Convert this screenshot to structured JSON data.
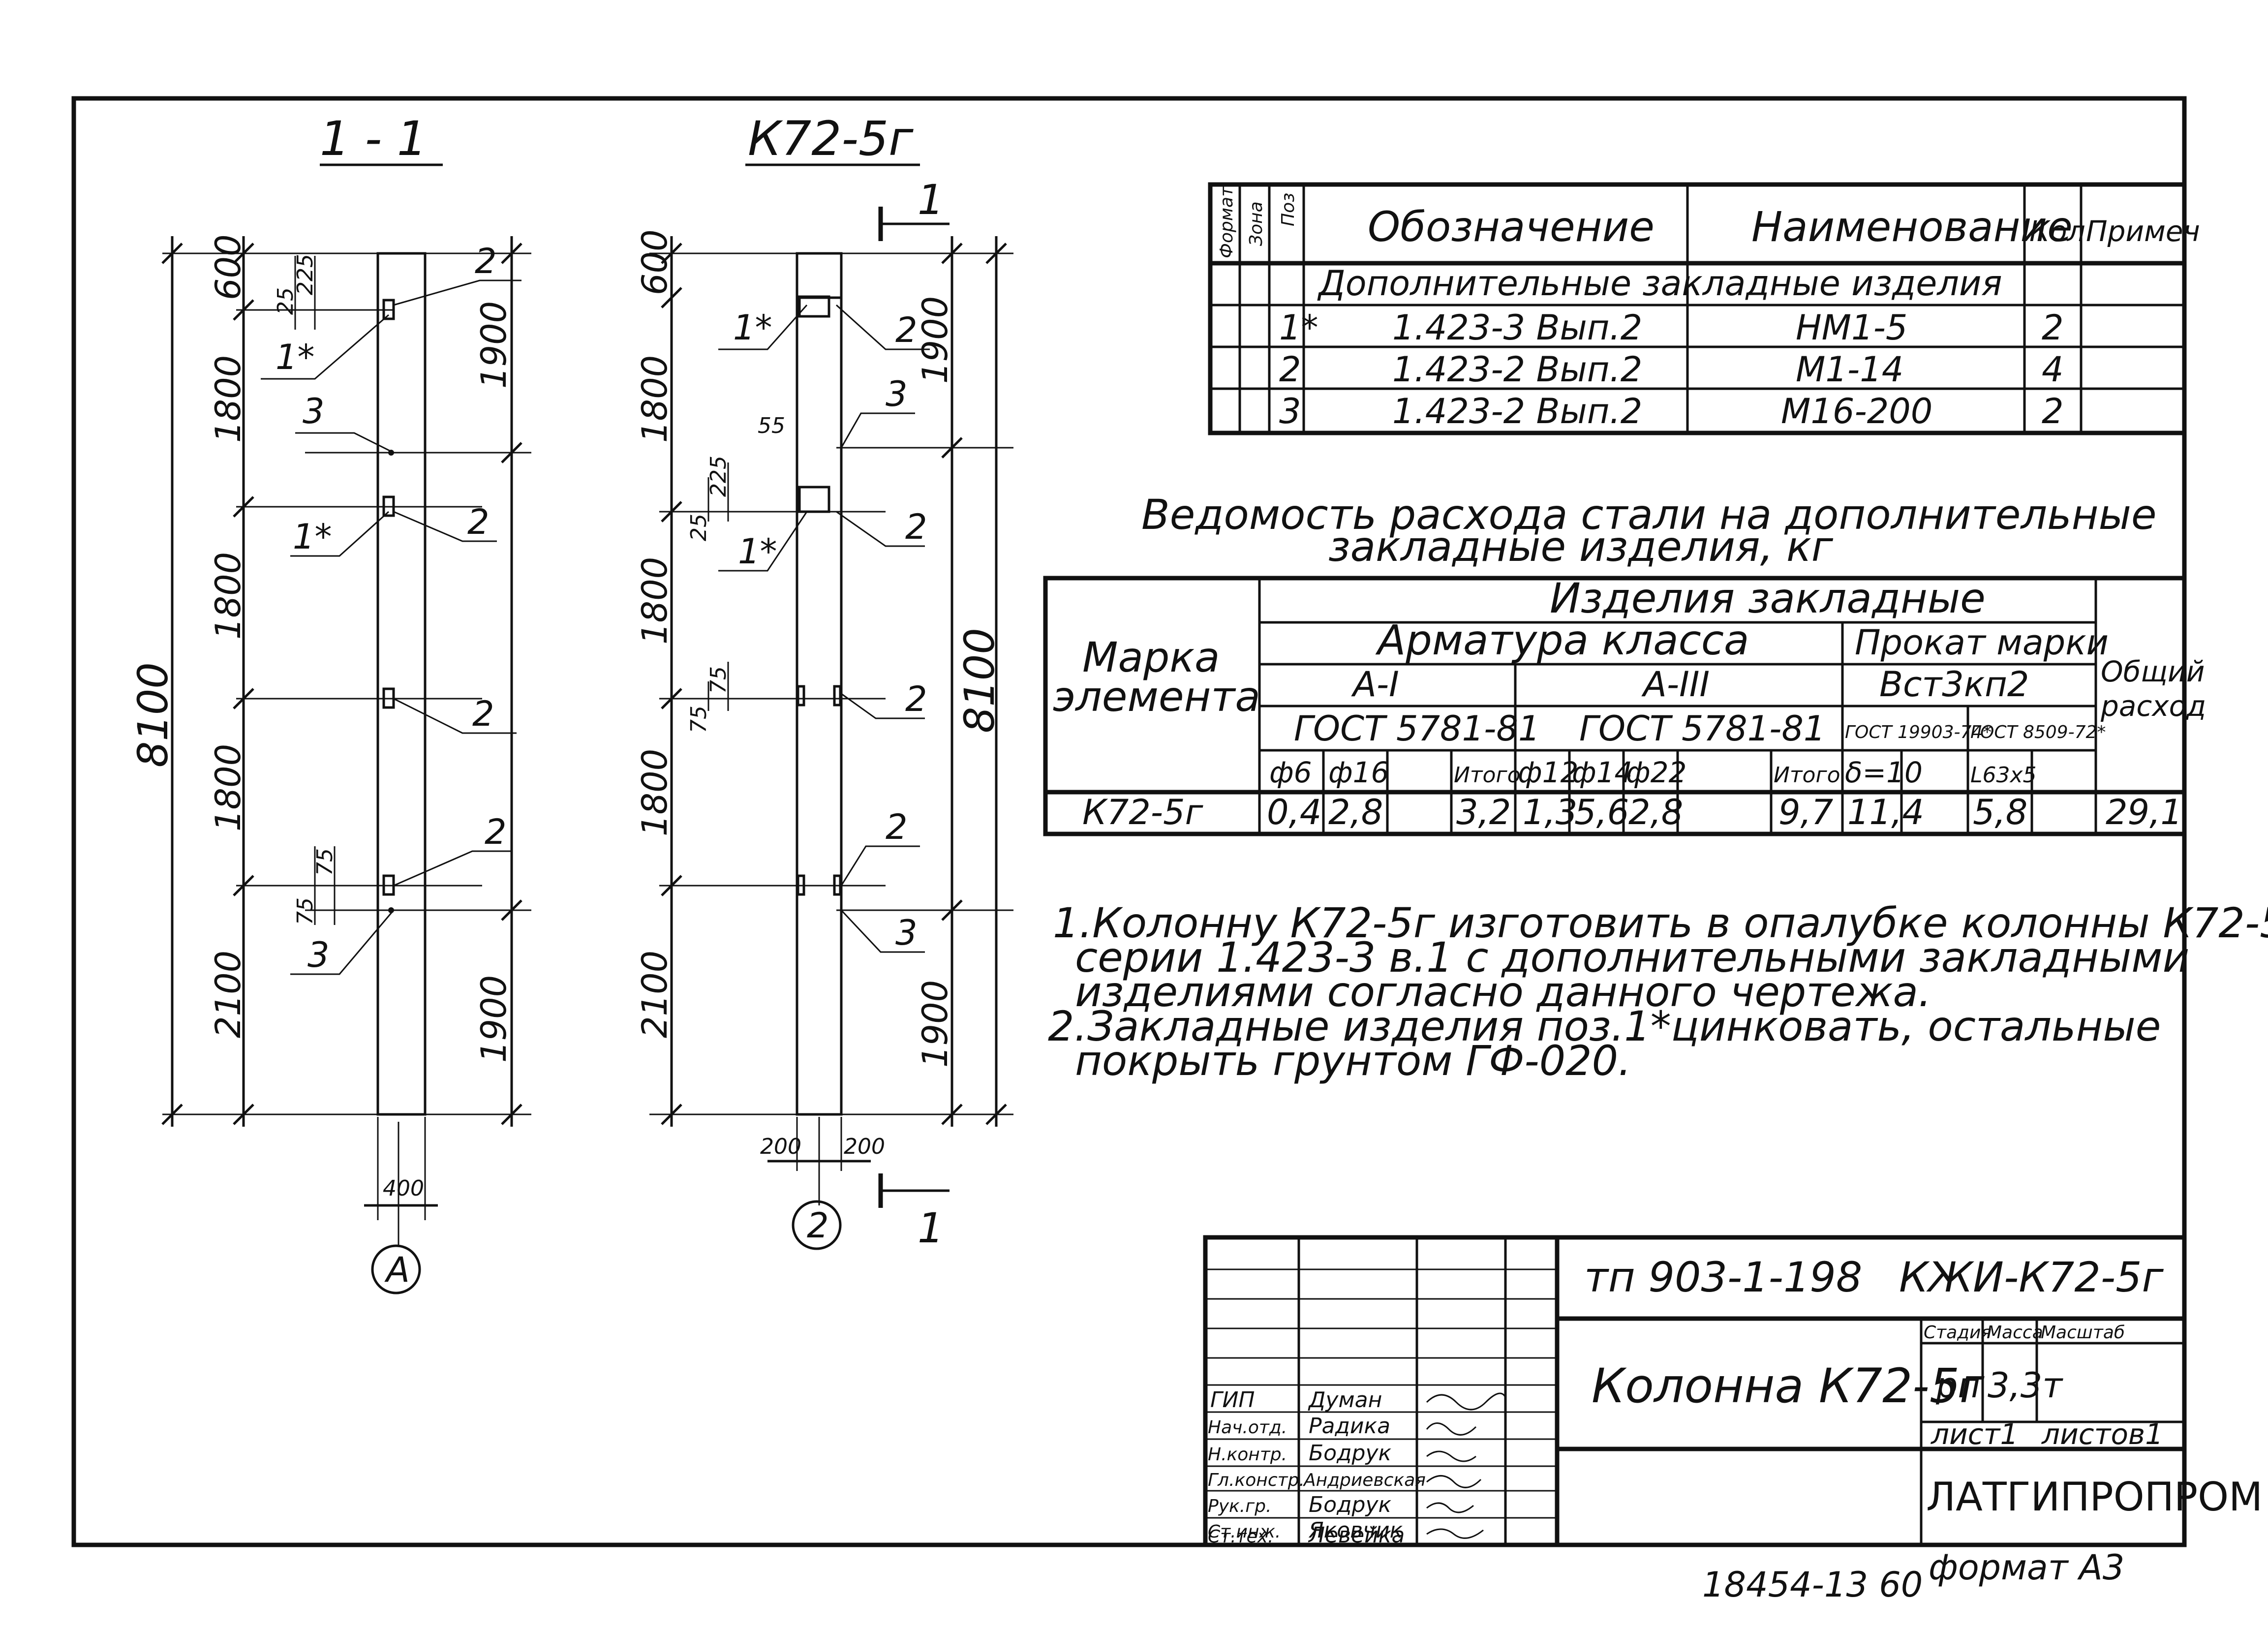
{
  "views": {
    "section_label": "1 - 1",
    "column_label": "К72-5г",
    "section_cut_label": "1",
    "axis_a": "А",
    "axis_2": "2"
  },
  "dims_left": {
    "d600": "600",
    "d1800a": "1800",
    "d1800b": "1800",
    "d1800c": "1800",
    "d2100": "2100",
    "d8100": "8100",
    "d1900a": "1900",
    "d1900b": "1900",
    "d400": "400",
    "d25": "25",
    "d225": "225",
    "d75a": "75",
    "d75b": "75"
  },
  "dims_right": {
    "d600": "600",
    "d1800a": "1800",
    "d1800b": "1800",
    "d1800c": "1800",
    "d2100": "2100",
    "d8100": "8100",
    "d1900a": "1900",
    "d1900b": "1900",
    "d200a": "200",
    "d200b": "200",
    "d55": "55",
    "d25": "25",
    "d225": "225",
    "d75a": "75",
    "d75b": "75"
  },
  "leaders": {
    "p1": "1*",
    "p2": "2",
    "p3": "3"
  },
  "spec": {
    "headers": [
      "Формат",
      "Зона",
      "Поз",
      "Обозначение",
      "Наименование",
      "Кол",
      "Примеч"
    ],
    "group_row": "Дополнительные закладные изделия",
    "rows": [
      {
        "pos": "1*",
        "designation": "1.423-3 Вып.2",
        "name": "НМ1-5",
        "qty": "2"
      },
      {
        "pos": "2",
        "designation": "1.423-2 Вып.2",
        "name": "М1-14",
        "qty": "4"
      },
      {
        "pos": "3",
        "designation": "1.423-2 Вып.2",
        "name": "М16-200",
        "qty": "2"
      }
    ]
  },
  "steel": {
    "title1": "Ведомость расхода стали на дополнительные",
    "title2": "закладные изделия, кг",
    "h_mark1": "Марка",
    "h_mark2": "элемента",
    "h_items": "Изделия закладные",
    "h_arm": "Арматура класса",
    "h_prokat": "Прокат марки",
    "h_total1": "Общий",
    "h_total2": "расход",
    "h_a1": "А-I",
    "h_a3": "А-III",
    "h_vst": "Вст3кп2",
    "h_gost1": "ГОСТ 5781-81",
    "h_gost2": "ГОСТ 5781-81",
    "h_gost3": "ГОСТ 19903-74*",
    "h_gost4": "ГОСТ 8509-72*",
    "sub": [
      "ф6",
      "ф16",
      "",
      "Итого",
      "ф12",
      "ф14",
      "ф22",
      "",
      "Итого",
      "δ=10",
      "",
      "L63x5",
      ""
    ],
    "row_mark": "К72-5г",
    "row_vals": [
      "0,4",
      "2,8",
      "",
      "3,2",
      "1,3",
      "5,6",
      "2,8",
      "",
      "9,7",
      "11,4",
      "",
      "5,8",
      ""
    ],
    "row_total": "29,1"
  },
  "notes": {
    "n1a": "1.Колонну К72-5г изготовить в опалубке колонны К72-5",
    "n1b": "серии 1.423-3 в.1 с дополнительными закладными",
    "n1c": "изделиями согласно данного чертежа.",
    "n2a": "2.Закладные изделия поз.1*цинковать, остальные",
    "n2b": "покрыть грунтом ГФ-020."
  },
  "stamp": {
    "project": "тп 903-1-198",
    "code": "КЖИ-К72-5г",
    "title": "Колонна К72-5г",
    "stage_h": "Стадия",
    "mass_h": "Масса",
    "scale_h": "Масштаб",
    "stage": "рп",
    "mass": "3,3т",
    "sheet": "лист1",
    "sheets": "листов1",
    "org": "ЛАТГИПРОПРОМ",
    "format": "формат А3",
    "archive": "18454-13 60",
    "roles": [
      "ГИП",
      "Нач.отд.",
      "Н.контр.",
      "Гл.констр.",
      "Рук.гр.",
      "Ст.инж.",
      "Ст.тех."
    ],
    "names": [
      "Думан",
      "Радика",
      "Бодрук",
      "Андриевская",
      "Бодрук",
      "Яковчик",
      "Левейка"
    ]
  },
  "colors": {
    "ink": "#111111",
    "paper": "#ffffff"
  }
}
